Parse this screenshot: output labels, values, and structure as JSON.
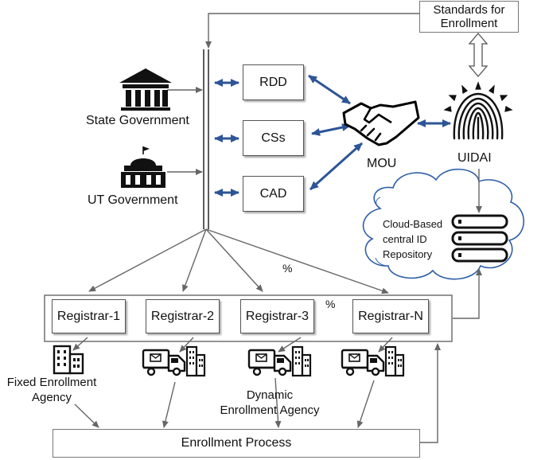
{
  "standards_box": {
    "line1": "Standards for",
    "line2": "Enrollment"
  },
  "governments": {
    "state": "State Government",
    "ut": "UT Government"
  },
  "agency_boxes": {
    "rdd": "RDD",
    "css": "CSs",
    "cad": "CAD"
  },
  "mou_label": "MOU",
  "uidai_label": "UIDAI",
  "repository": {
    "line1": "Cloud-Based",
    "line2": "central ID",
    "line3": "Repository"
  },
  "percent_mark_1": "%",
  "percent_mark_2": "%",
  "registrars": [
    "Registrar-1",
    "Registrar-2",
    "Registrar-3",
    "Registrar-N"
  ],
  "fixed_agency": {
    "line1": "Fixed Enrollment",
    "line2": "Agency"
  },
  "dynamic_agency": {
    "line1": "Dynamic",
    "line2": "Enrollment Agency"
  },
  "enrollment_process": "Enrollment Process",
  "colors": {
    "arrow_blue": "#2d5597",
    "line_gray": "#666666",
    "cloud_stroke": "#2f5fa8"
  }
}
